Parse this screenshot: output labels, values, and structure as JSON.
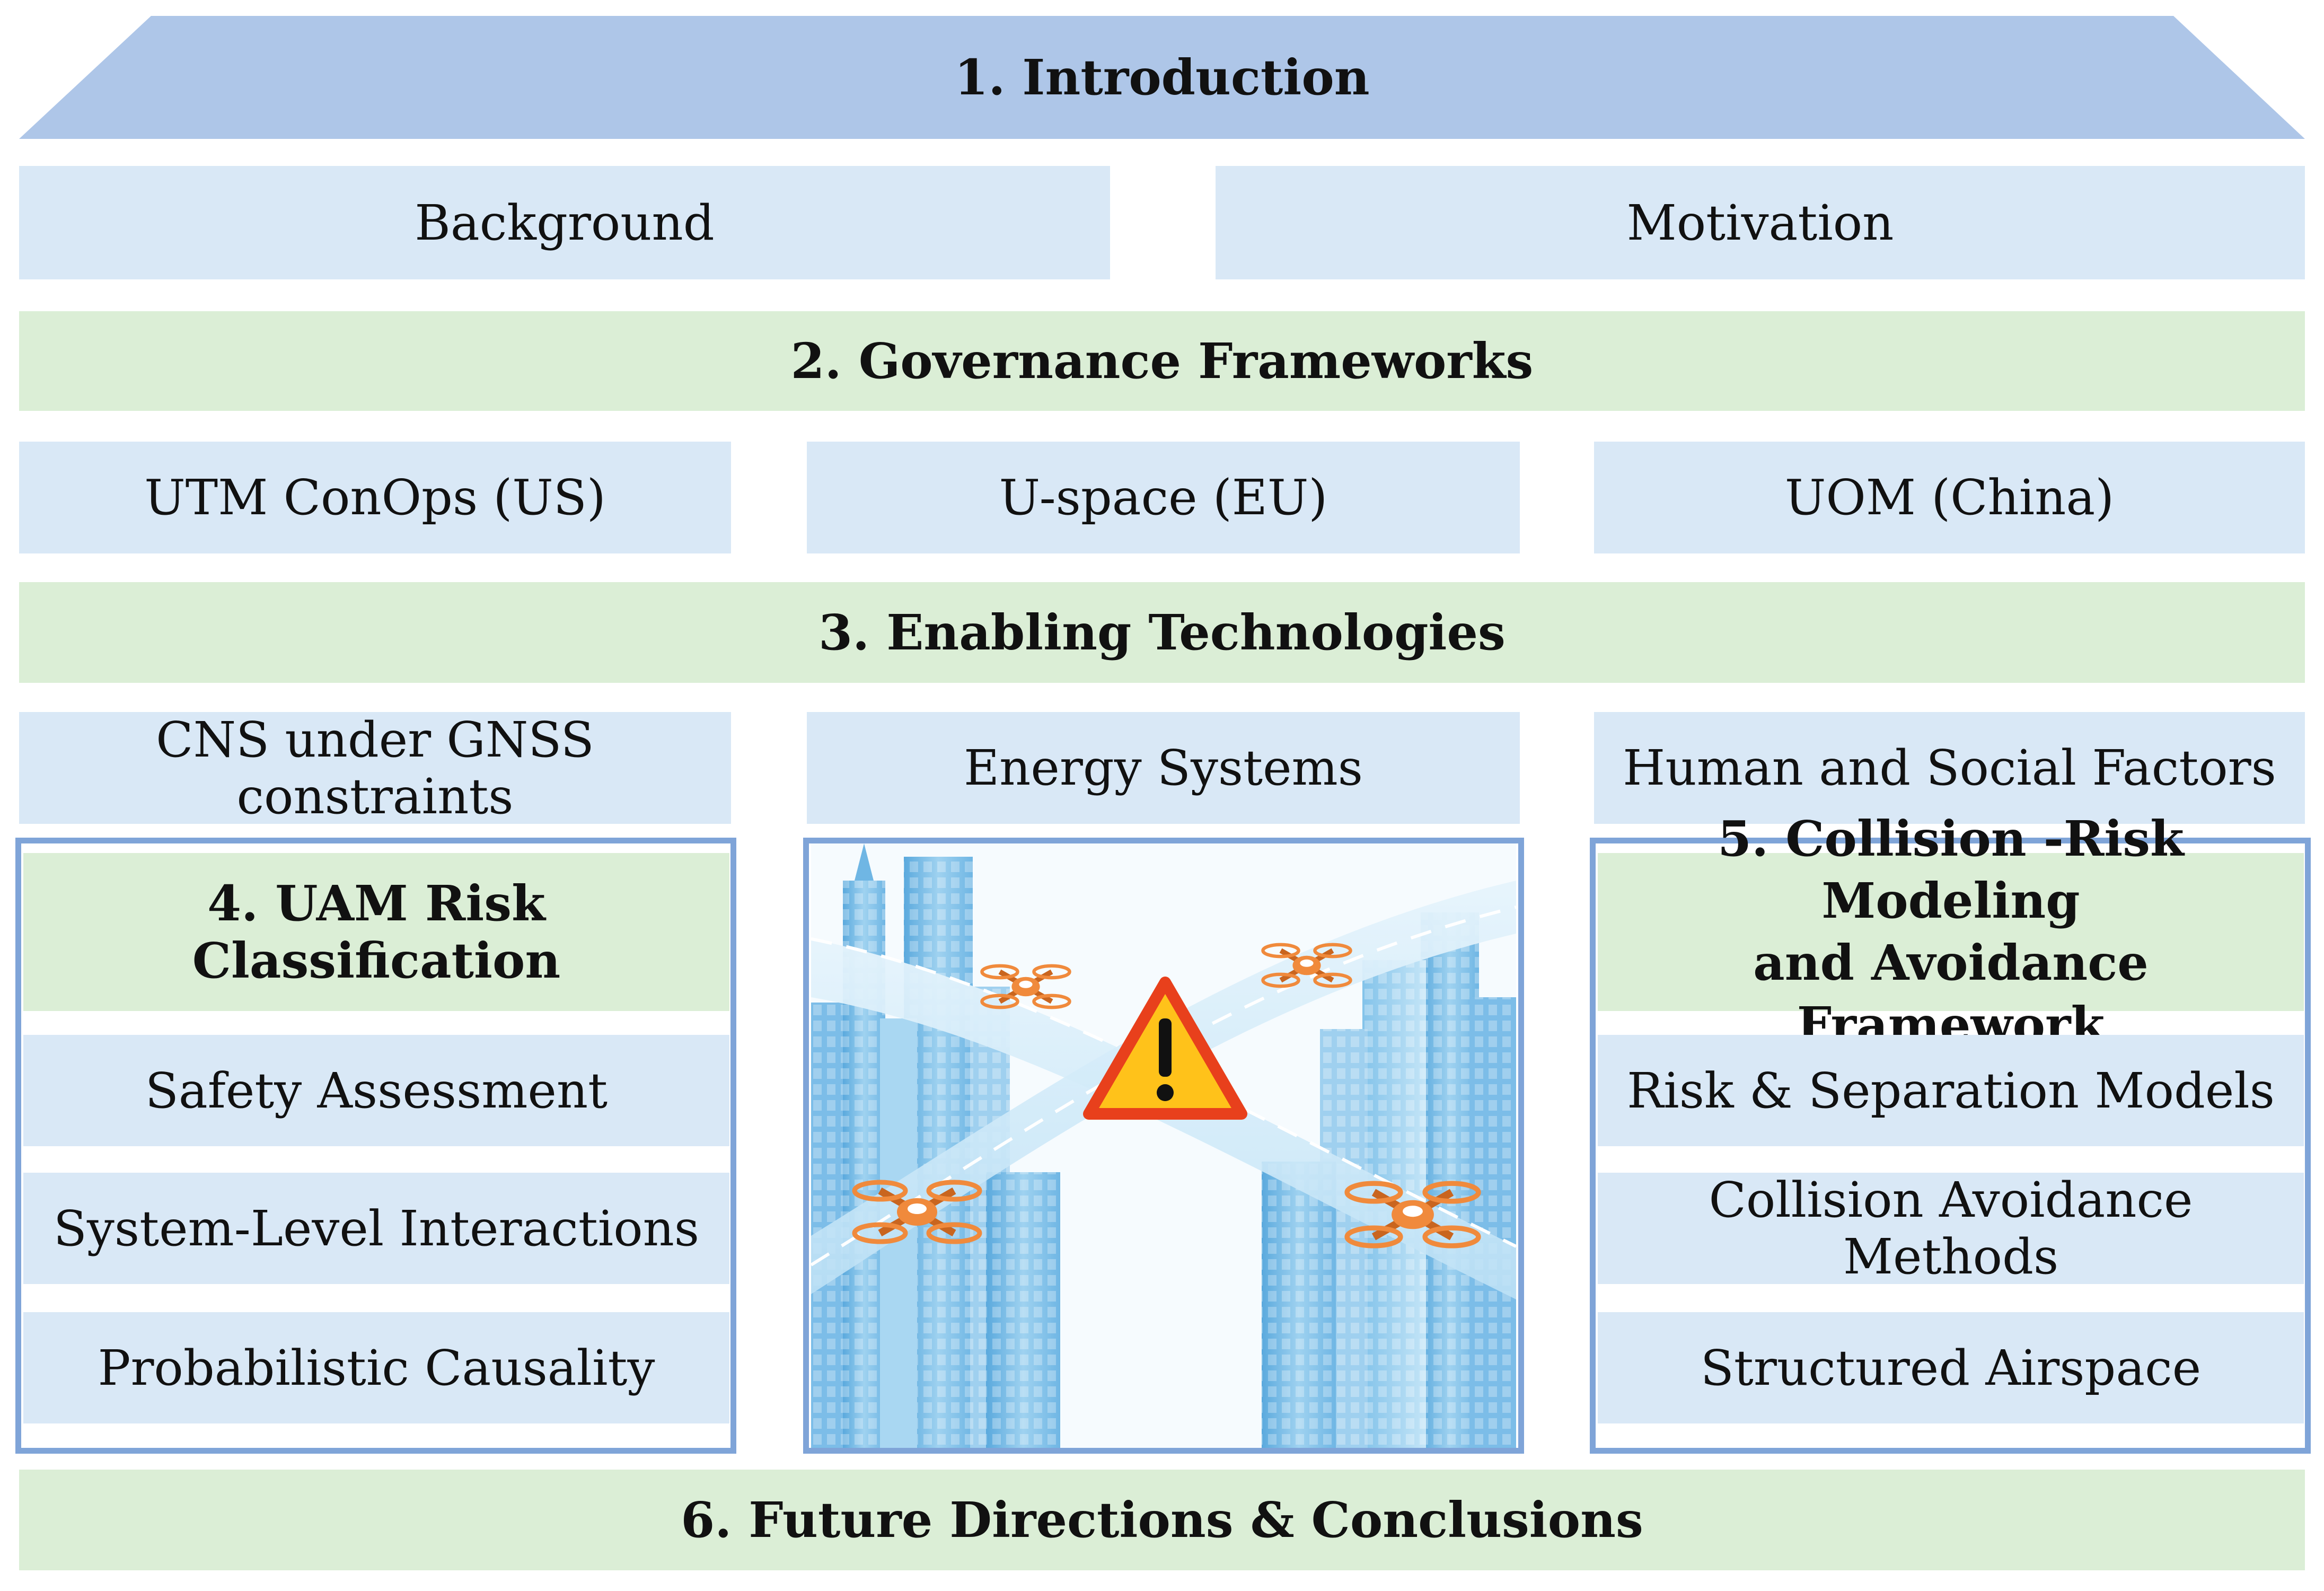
{
  "introduction": {
    "title": "1. Introduction",
    "items": [
      "Background",
      "Motivation"
    ]
  },
  "governance": {
    "title": "2. Governance Frameworks",
    "items": [
      "UTM ConOps (US)",
      "U-space (EU)",
      "UOM (China)"
    ]
  },
  "technologies": {
    "title": "3. Enabling Technologies",
    "items": [
      "CNS under GNSS constraints",
      "Energy Systems",
      "Human and Social Factors"
    ]
  },
  "risk_classification": {
    "title": "4. UAM Risk Classification",
    "items": [
      "Safety Assessment",
      "System-Level Interactions",
      "Probabilistic Causality"
    ]
  },
  "collision_framework": {
    "title_line1": "5. Collision -Risk Modeling",
    "title_line2": "and Avoidance Framework",
    "items": [
      "Risk & Separation Models",
      "Collision Avoidance Methods",
      "Structured Airspace"
    ]
  },
  "future": {
    "title": "6. Future Directions & Conclusions"
  },
  "colors": {
    "header_blue": "#aec6e8",
    "light_blue": "#d9e8f6",
    "light_green": "#dbeed6",
    "frame_blue": "#7fa4d8",
    "drone_orange": "#f08a3c",
    "warning_yellow": "#ffc21a",
    "warning_red": "#e8401c"
  },
  "icons": [
    "drone-icon",
    "warning-icon",
    "skyscraper-icon"
  ]
}
